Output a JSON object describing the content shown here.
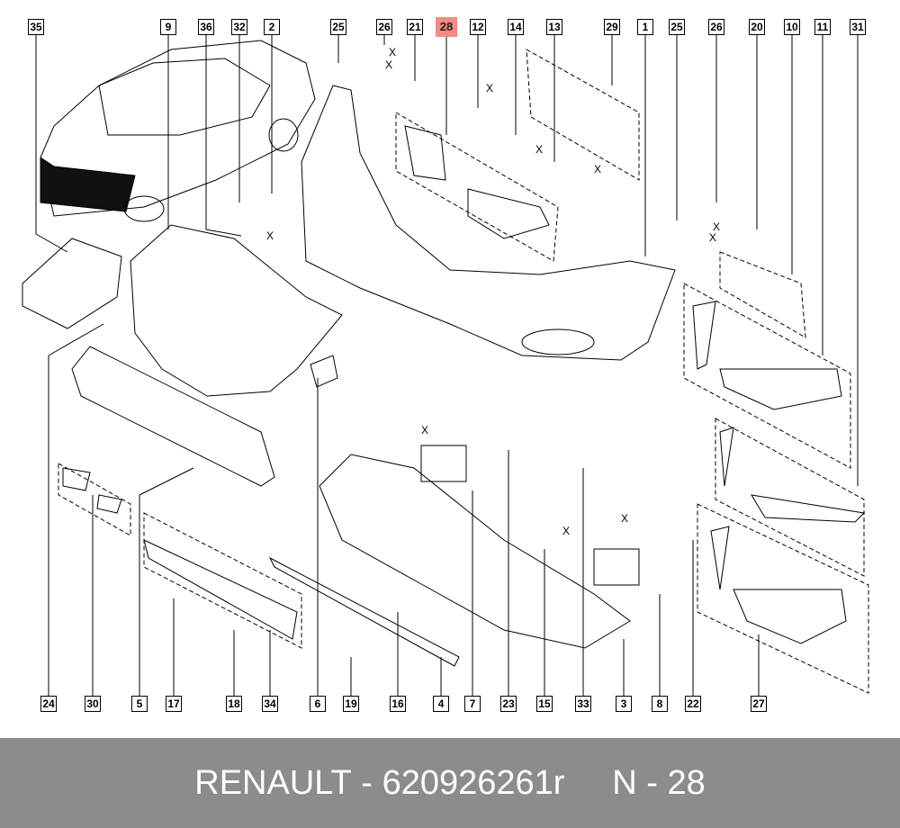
{
  "highlight_color": "#f28a86",
  "top_labels": [
    "35",
    "9",
    "36",
    "32",
    "2",
    "25",
    "26",
    "21",
    "28",
    "12",
    "14",
    "13",
    "29",
    "1",
    "25",
    "26",
    "20",
    "10",
    "11",
    "31"
  ],
  "bottom_labels": [
    "24",
    "30",
    "5",
    "17",
    "18",
    "34",
    "6",
    "19",
    "16",
    "4",
    "7",
    "23",
    "15",
    "33",
    "3",
    "8",
    "22",
    "27"
  ],
  "highlighted_label": "28",
  "fastener_marks": [
    "X",
    "X",
    "X",
    "X",
    "X",
    "X",
    "X",
    "X",
    "X",
    "X",
    "X"
  ],
  "footer": {
    "brand": "RENAULT",
    "separator": " - ",
    "part_number": "620926261r",
    "ref_prefix": "N - ",
    "ref_number": "28"
  }
}
